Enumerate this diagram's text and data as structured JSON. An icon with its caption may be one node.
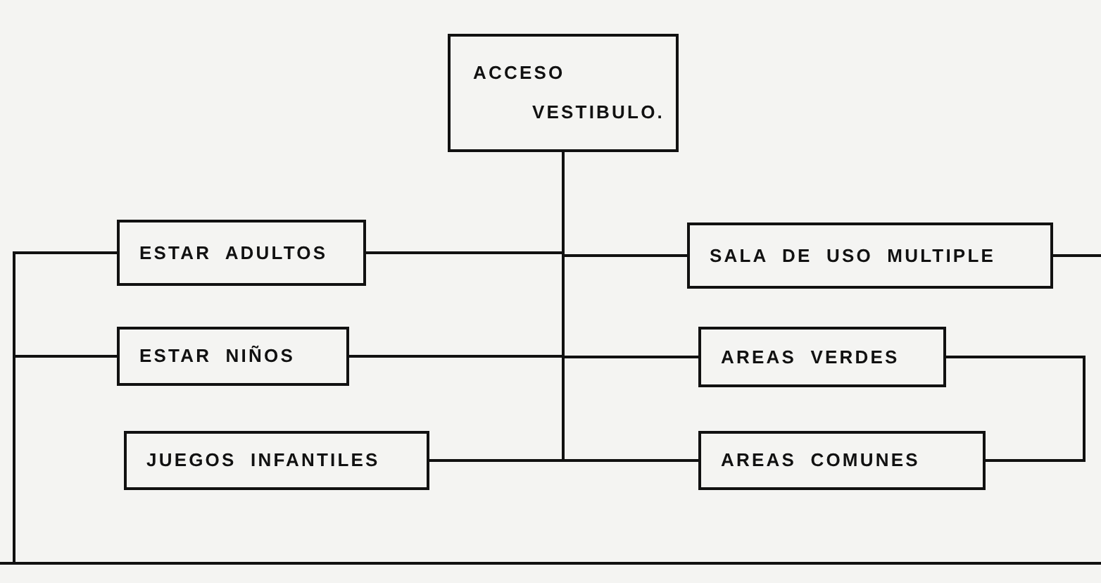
{
  "diagram": {
    "nodes": [
      {
        "text": [
          "ACCESO",
          "VESTIBULO."
        ]
      },
      {
        "text": [
          "ESTAR ADULTOS"
        ]
      },
      {
        "text": [
          "SALA DE USO MULTIPLE"
        ]
      },
      {
        "text": [
          "ESTAR NIÑOS"
        ]
      },
      {
        "text": [
          "AREAS VERDES"
        ]
      },
      {
        "text": [
          "JUEGOS INFANTILES"
        ]
      },
      {
        "text": [
          "AREAS COMUNES"
        ]
      }
    ],
    "edges": [
      {
        "from": 0,
        "to": 1,
        "arrow": "none"
      },
      {
        "from": 0,
        "to": 2,
        "arrow": "none"
      },
      {
        "from": 0,
        "to": 3,
        "arrow": "none"
      },
      {
        "from": 0,
        "to": 4,
        "arrow": "none"
      },
      {
        "from": 0,
        "to": 5,
        "arrow": "none"
      },
      {
        "from": 0,
        "to": 6,
        "arrow": "none"
      },
      {
        "from": 4,
        "to": 6,
        "arrow": "none"
      },
      {
        "from": 1,
        "to": 3,
        "arrow": "none"
      },
      {
        "from": 2,
        "to": null,
        "arrow": "none"
      }
    ]
  }
}
